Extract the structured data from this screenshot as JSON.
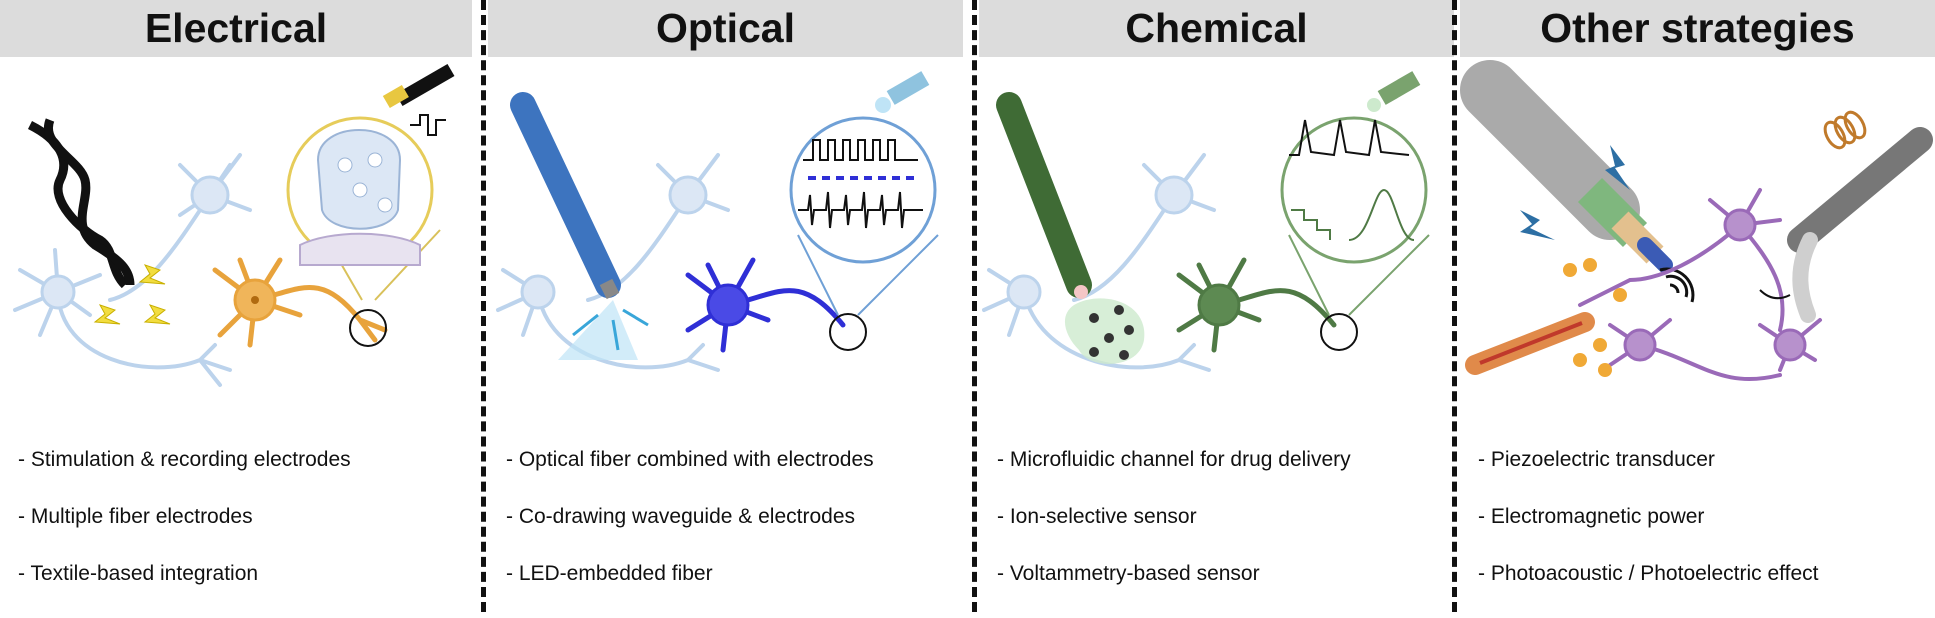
{
  "panels": [
    {
      "title": "Electrical",
      "items": [
        "- Stimulation & recording electrodes",
        "- Multiple fiber electrodes",
        "- Textile-based integration"
      ]
    },
    {
      "title": "Optical",
      "items": [
        "- Optical fiber combined with electrodes",
        "- Co-drawing waveguide & electrodes",
        "- LED-embedded fiber"
      ]
    },
    {
      "title": "Chemical",
      "items": [
        "- Microfluidic channel for drug delivery",
        "- Ion-selective sensor",
        "- Voltammetry-based sensor"
      ]
    },
    {
      "title": "Other strategies",
      "items": [
        "- Piezoelectric transducer",
        "- Electromagnetic power",
        "- Photoacoustic / Photoelectric effect"
      ]
    }
  ],
  "colors": {
    "header_bg": "#dcdcdc",
    "neuron_light": "#bcd3ec",
    "neuron_orange": "#e8a33c",
    "neuron_blue": "#2f2fd6",
    "neuron_green": "#4f7a45",
    "neuron_purple": "#9a6ab8",
    "fiber_blue": "#3d74bf",
    "fiber_green": "#3f6b35",
    "lightning": "#f2dd3f",
    "lightning_blue": "#2d6fa4"
  }
}
